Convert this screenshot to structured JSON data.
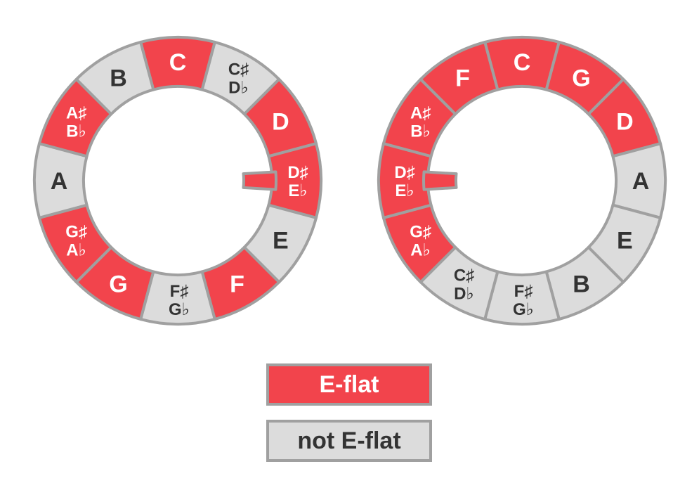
{
  "colors": {
    "highlight": "#f2444c",
    "plain": "#dcdcdc",
    "outline": "#a0a0a0",
    "text_dark": "#333333",
    "text_light": "#ffffff"
  },
  "wheels": [
    {
      "name": "chromatic-circle",
      "segments": [
        {
          "label": [
            "C"
          ],
          "highlight": true
        },
        {
          "label": [
            "C♯",
            "D♭"
          ],
          "highlight": false
        },
        {
          "label": [
            "D"
          ],
          "highlight": true
        },
        {
          "label": [
            "D♯",
            "E♭"
          ],
          "highlight": true,
          "tab": true
        },
        {
          "label": [
            "E"
          ],
          "highlight": false
        },
        {
          "label": [
            "F"
          ],
          "highlight": true
        },
        {
          "label": [
            "F♯",
            "G♭"
          ],
          "highlight": false
        },
        {
          "label": [
            "G"
          ],
          "highlight": true
        },
        {
          "label": [
            "G♯",
            "A♭"
          ],
          "highlight": true
        },
        {
          "label": [
            "A"
          ],
          "highlight": false
        },
        {
          "label": [
            "A♯",
            "B♭"
          ],
          "highlight": true
        },
        {
          "label": [
            "B"
          ],
          "highlight": false
        }
      ]
    },
    {
      "name": "circle-of-fifths",
      "segments": [
        {
          "label": [
            "C"
          ],
          "highlight": true
        },
        {
          "label": [
            "G"
          ],
          "highlight": true
        },
        {
          "label": [
            "D"
          ],
          "highlight": true
        },
        {
          "label": [
            "A"
          ],
          "highlight": false
        },
        {
          "label": [
            "E"
          ],
          "highlight": false
        },
        {
          "label": [
            "B"
          ],
          "highlight": false
        },
        {
          "label": [
            "F♯",
            "G♭"
          ],
          "highlight": false
        },
        {
          "label": [
            "C♯",
            "D♭"
          ],
          "highlight": false
        },
        {
          "label": [
            "G♯",
            "A♭"
          ],
          "highlight": true
        },
        {
          "label": [
            "D♯",
            "E♭"
          ],
          "highlight": true,
          "tab": true
        },
        {
          "label": [
            "A♯",
            "B♭"
          ],
          "highlight": true
        },
        {
          "label": [
            "F"
          ],
          "highlight": true
        }
      ]
    }
  ],
  "legend": {
    "highlight_label": "E-flat",
    "plain_label": "not E-flat"
  }
}
